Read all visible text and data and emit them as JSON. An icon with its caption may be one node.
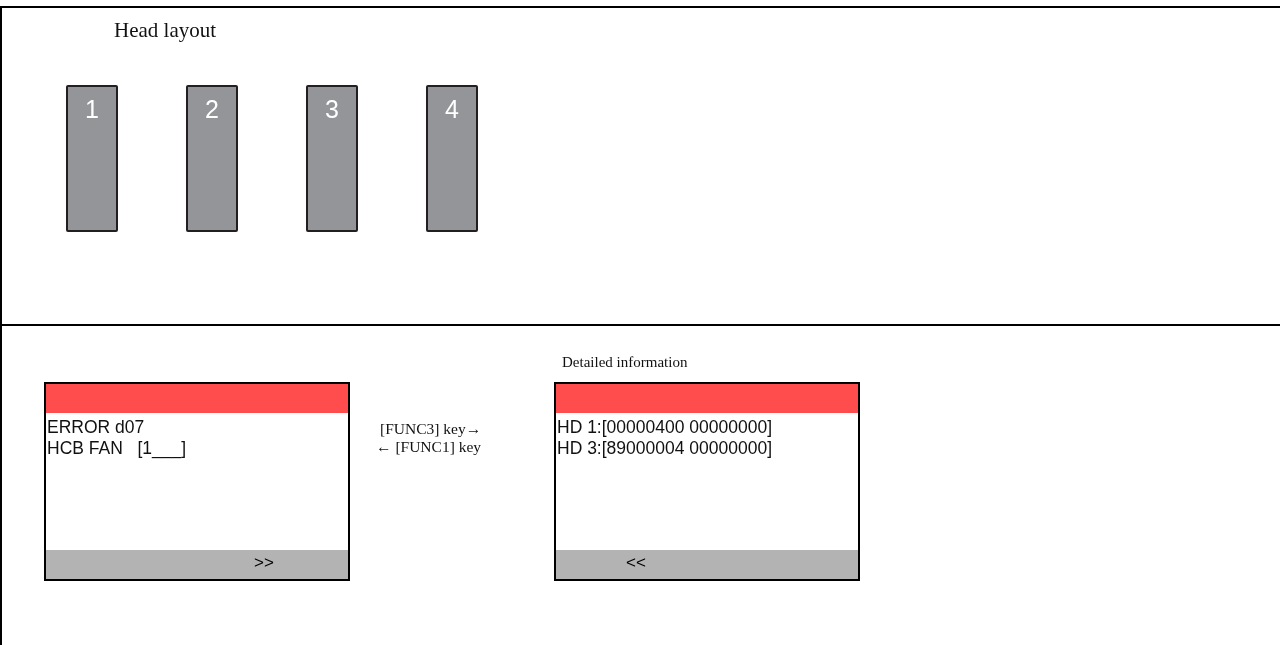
{
  "diagram": {
    "nodes": [
      {
        "text": [
          "1"
        ]
      },
      {
        "text": [
          "2"
        ]
      },
      {
        "text": [
          "3"
        ]
      },
      {
        "text": [
          "4"
        ]
      },
      {
        "text": [
          "ERROR d07",
          "HCB FAN   [1___]",
          ">>"
        ]
      },
      {
        "text": [
          "Detailed information",
          "HD 1:[00000400 00000000]",
          "HD 3:[89000004 00000000]",
          "<<"
        ]
      }
    ],
    "labels": [
      "Head layout",
      "[FUNC3] key→",
      "← [FUNC1] key"
    ]
  }
}
